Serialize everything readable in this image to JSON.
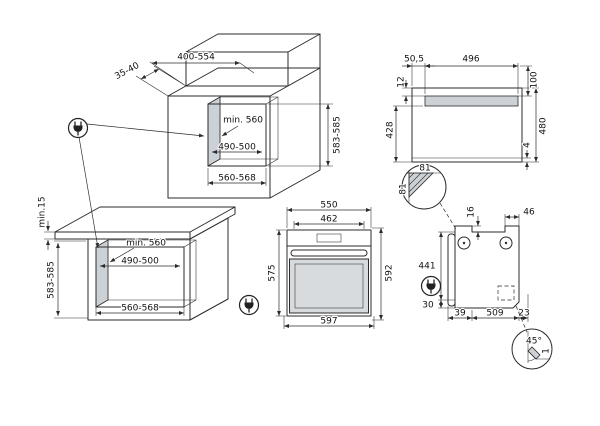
{
  "colors": {
    "line": "#2b2b2b",
    "shading": "#ccd1d5",
    "background": "#ffffff"
  },
  "icons": {
    "power_plug": "plug symbol inside circle"
  },
  "tall_cabinet": {
    "top_depth": "400-554",
    "front_offset": "35-40",
    "min_depth": "min. 560",
    "inner_width": "490-500",
    "opening_width": "560-568",
    "opening_height": "583-585"
  },
  "base_cabinet": {
    "top_clearance": "min.15",
    "min_depth": "min. 560",
    "inner_width": "490-500",
    "opening_width": "560-568",
    "opening_height": "583-585"
  },
  "oven_front": {
    "body_width": "550",
    "inner_width": "462",
    "body_height": "575",
    "total_height": "592",
    "total_width": "597"
  },
  "cutout": {
    "slot_offset": "50,5",
    "slot_width": "496",
    "top_distance": "100",
    "slot_drop": "12",
    "lower_height": "428",
    "total_height": "480",
    "bottom_gap": "4"
  },
  "side_view": {
    "chamfer_width": "81",
    "chamfer_height": "81",
    "panel_step": "16",
    "rear_step": "46",
    "upper_height": "441",
    "base_height": "30",
    "front_depth": "39",
    "body_depth": "509",
    "rear_gap": "23"
  },
  "corner_detail": {
    "angle": "45°",
    "size": "1"
  }
}
